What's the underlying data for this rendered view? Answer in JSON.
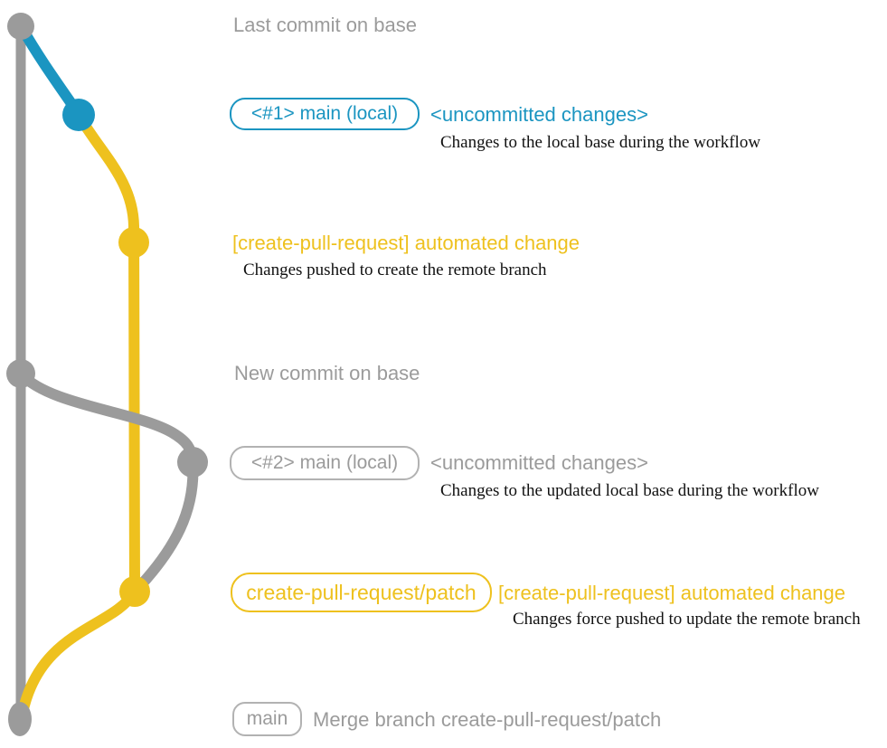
{
  "colors": {
    "base": "#9b9b9b",
    "local": "#1b95c1",
    "remote": "#eec11e",
    "caption": "#111111",
    "background": "#ffffff"
  },
  "graph": {
    "type": "git-branch-diagram",
    "branches": [
      {
        "name": "base",
        "color": "#9b9b9b"
      },
      {
        "name": "main-local",
        "color": "#1b95c1"
      },
      {
        "name": "create-pull-request-patch",
        "color": "#eec11e"
      },
      {
        "name": "main-local-updated",
        "color": "#9b9b9b"
      }
    ],
    "commit_dots": [
      {
        "id": "last-commit-on-base",
        "branch": "base"
      },
      {
        "id": "local-main-commit-1",
        "branch": "main-local"
      },
      {
        "id": "remote-patch-commit-1",
        "branch": "create-pull-request-patch"
      },
      {
        "id": "new-commit-on-base",
        "branch": "base"
      },
      {
        "id": "local-main-commit-2",
        "branch": "main-local-updated"
      },
      {
        "id": "remote-patch-commit-2",
        "branch": "create-pull-request-patch"
      },
      {
        "id": "merge-commit",
        "branch": "base"
      }
    ]
  },
  "annotations": {
    "last_commit": {
      "text": "Last commit on base"
    },
    "branch1": {
      "tag": "<#1> main (local)",
      "status": "<uncommitted changes>",
      "caption": "Changes to the local base during the workflow"
    },
    "remote1": {
      "title": "[create-pull-request] automated change",
      "caption": "Changes pushed to create the remote branch"
    },
    "new_commit": {
      "text": "New commit on base"
    },
    "branch2": {
      "tag": "<#2> main (local)",
      "status": "<uncommitted changes>",
      "caption": "Changes to the updated local base during the workflow"
    },
    "remote2": {
      "tag": "create-pull-request/patch",
      "title": "[create-pull-request] automated change",
      "caption": "Changes force pushed to update the remote branch"
    },
    "merge": {
      "tag": "main",
      "caption": "Merge branch create-pull-request/patch"
    }
  }
}
